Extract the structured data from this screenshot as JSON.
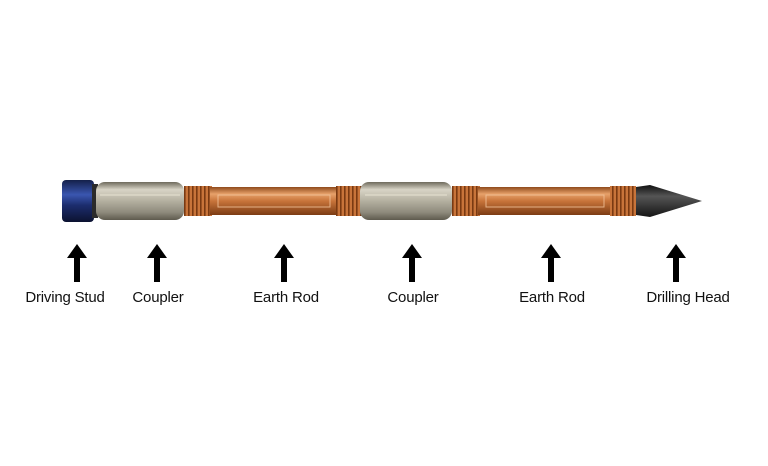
{
  "labels": {
    "driving_stud": "Driving Stud",
    "coupler_1": "Coupler",
    "earth_rod_1": "Earth Rod",
    "coupler_2": "Coupler",
    "earth_rod_2": "Earth Rod",
    "drilling_head": "Drilling Head"
  },
  "colors": {
    "copper": "#c8743a",
    "copper_dark": "#9c4f1e",
    "coupler_steel": "#b8b4a4",
    "stud_blue": "#1c2d6e",
    "tip_black": "#2a2a2a",
    "arrow": "#000000"
  }
}
